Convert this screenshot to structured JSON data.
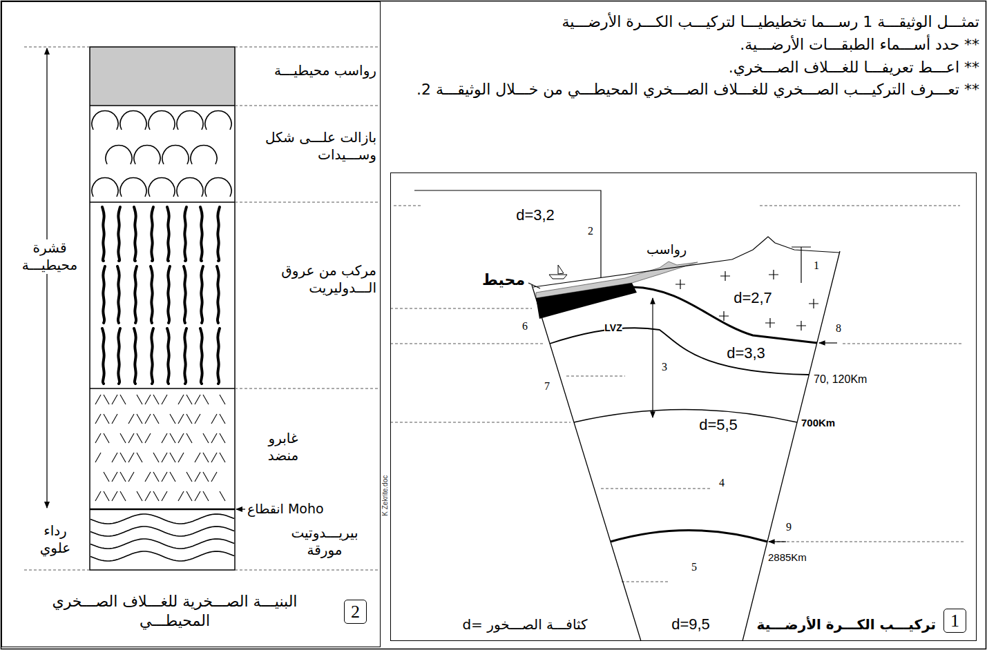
{
  "diagram": {
    "nodes": [
      {
        "text": [
          "تركيـــب الكـــرة الأرضـــية"
        ]
      },
      {
        "text": [
          "1"
        ],
        "in": 0
      },
      {
        "text": [
          "البنيـــة الصـــخرية للغـــلاف الصـــخري المحيطـــي"
        ]
      },
      {
        "text": [
          "2"
        ],
        "in": 2
      }
    ],
    "labels": [
      "تمثـــل الوثيقـــة 1 رســـما تخطيطيـــا لتركيـــب الكـــرة الأرضـــية",
      "** حدد أســـماء الطبقـــات الأرضـــية.",
      "** اعـــط تعريفـــا للغـــلاف الصـــخري.",
      "** تعـــرف التركيـــب الصـــخري للغـــلاف الصـــخري المحيطـــي من خـــلال الوثيقـــة 2.",
      "رواسب محيطيـــة",
      "بازالت علـــى شكل وســـيدات",
      "مركب من عروق الـــدوليريت",
      "غابرو منضد",
      "انقطاع Moho",
      "بيريـــدوتيت مورقة",
      "قشرة محيطيـــة",
      "رداء علوي",
      "K Zekrite.doc",
      "d=3,2",
      "2",
      "رواسب",
      "1",
      "محيط",
      "d=2,7",
      "6",
      "LVZ",
      "8",
      "3",
      "d=3,3",
      "70, 120Km",
      "7",
      "d=5,5",
      "700Km",
      "4",
      "9",
      "2885Km",
      "5",
      "كثافـــة الصـــخور =d",
      "d=9,5"
    ]
  }
}
